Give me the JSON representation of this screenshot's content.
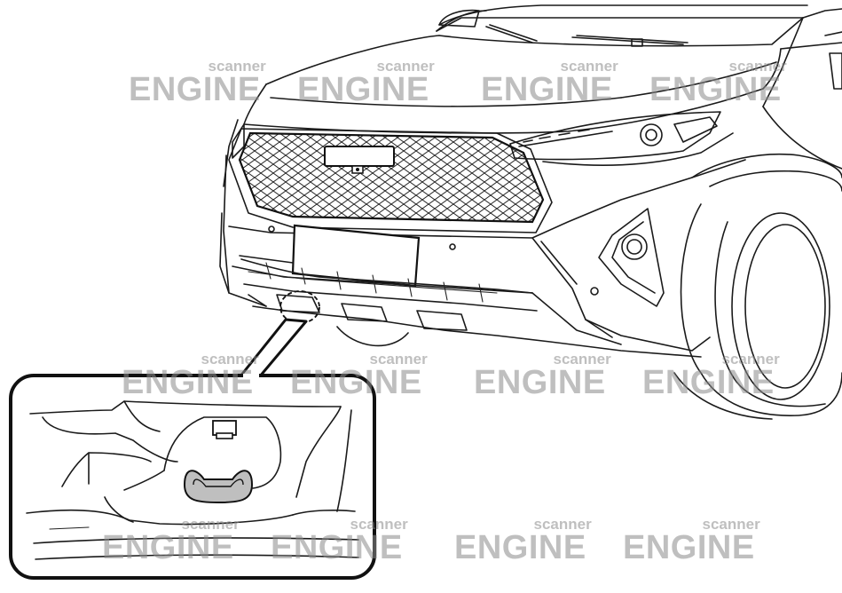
{
  "watermark": {
    "word_large": "ENGINE",
    "word_small": "scanner"
  },
  "figure": {
    "subject": "vehicle-front-bumper",
    "detail_callout": "towing-eye-cover-location",
    "highlight_color": "#bfbfbf",
    "line_color": "#1a1a1a"
  }
}
